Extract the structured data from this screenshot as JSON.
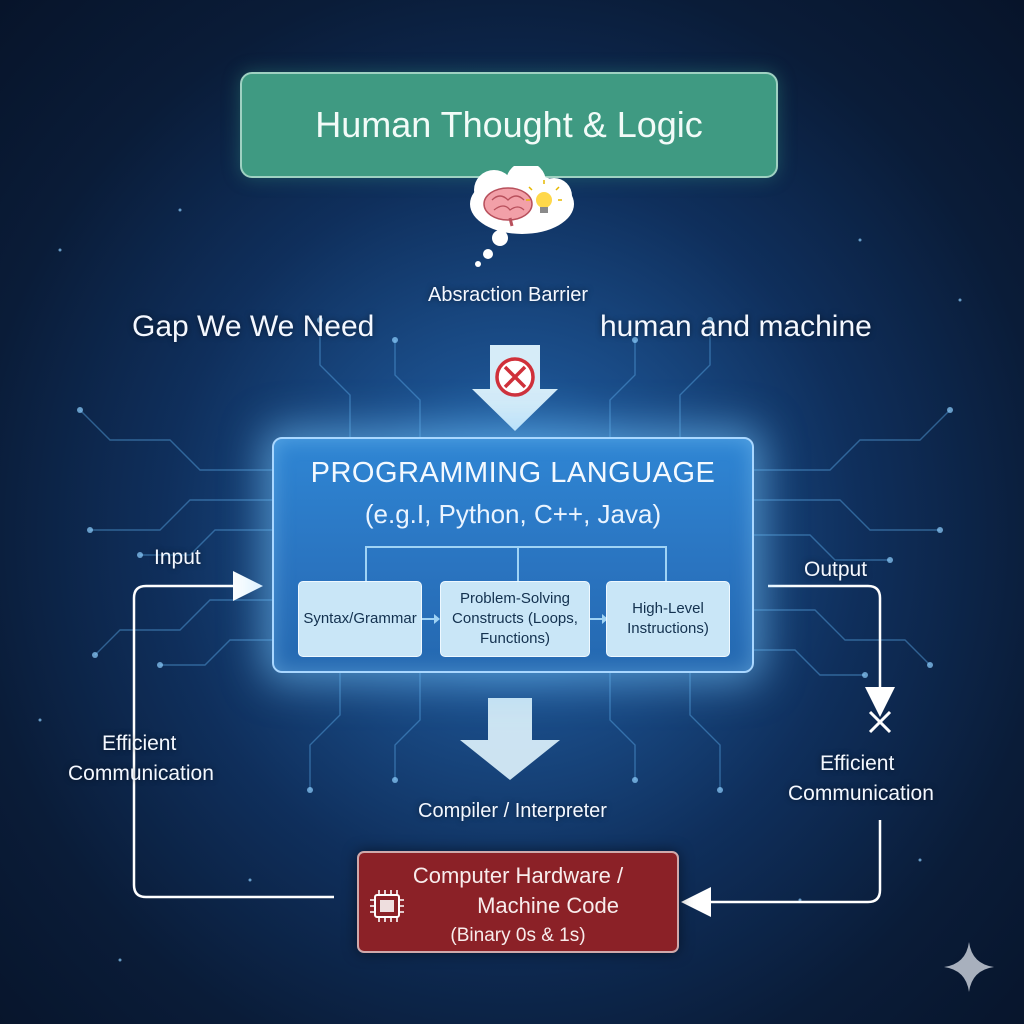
{
  "header": {
    "title": "Human Thought & Logic"
  },
  "barrier": {
    "label": "Absraction Barrier",
    "gap_left": "Gap We We Need",
    "gap_right": "human and machine"
  },
  "language": {
    "title": "PROGRAMMING LANGUAGE",
    "examples": "(e.g.I, Python, C++, Java)",
    "components": [
      {
        "label": "Syntax/Grammar"
      },
      {
        "label": "Problem-Solving Constructs (Loops, Functions)"
      },
      {
        "label": "High-Level Instructions)"
      }
    ]
  },
  "flow": {
    "input": "Input",
    "output": "Output",
    "left_note": [
      "Efficient",
      "Communication"
    ],
    "right_note": [
      "Efficient",
      "Communication"
    ],
    "translator": "Compiler / Interpreter"
  },
  "hardware": {
    "line1": "Computer Hardware /",
    "line2": "Machine Code",
    "line3": "(Binary 0s & 1s)"
  },
  "icons": [
    "brain-icon",
    "lightbulb-icon",
    "blocked-icon",
    "cpu-chip-icon",
    "sparkle-icon"
  ],
  "colors": {
    "header_box": "#3f9a82",
    "language_panel": "#2a74c0",
    "component_box": "#c9e6f7",
    "hardware_box": "#8b2127",
    "background": "#0a1c38"
  }
}
